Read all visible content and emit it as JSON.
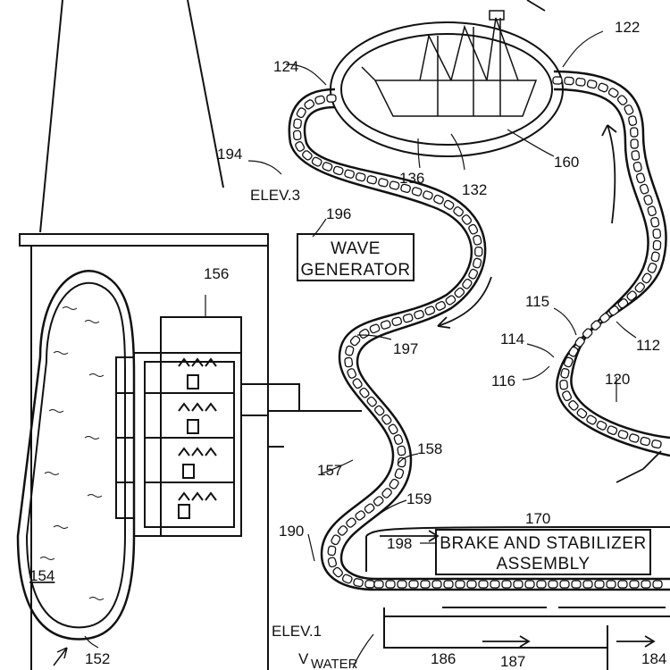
{
  "labels": {
    "n122": "122",
    "n124": "124",
    "n194": "194",
    "elev3": "ELEV.3",
    "n196": "196",
    "n136": "136",
    "n132": "132",
    "n160": "160",
    "n156": "156",
    "n115": "115",
    "n114": "114",
    "n112": "112",
    "n116": "116",
    "n120": "120",
    "n197": "197",
    "n158": "158",
    "n157": "157",
    "n159": "159",
    "n190": "190",
    "n170": "170",
    "n198": "198",
    "n154": "154",
    "elev1": "ELEV.1",
    "v": "V",
    "water": "WATER",
    "n152": "152",
    "n186": "186",
    "n187": "187",
    "n184": "184"
  },
  "boxes": {
    "wave_line1": "WAVE",
    "wave_line2": "GENERATOR",
    "brake_line1": "BRAKE AND STABILIZER",
    "brake_line2": "ASSEMBLY"
  }
}
